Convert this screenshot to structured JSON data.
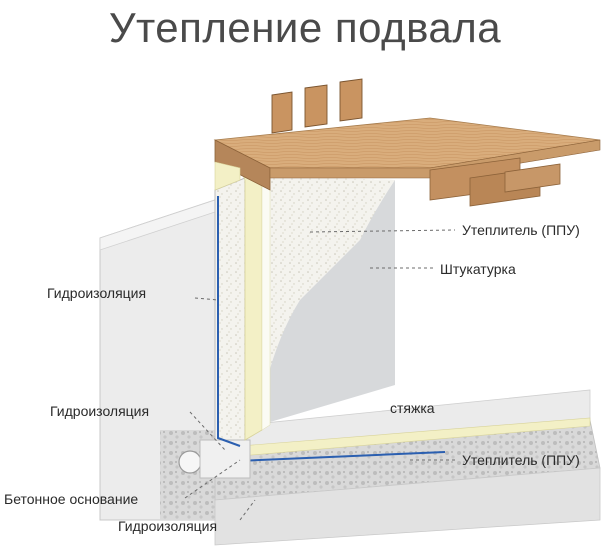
{
  "title": "Утепление подвала",
  "labels": {
    "insulation_top": "Утеплитель (ППУ)",
    "plaster": "Штукатурка",
    "waterproofing_outer": "Гидроизоляция",
    "waterproofing_middle": "Гидроизоляция",
    "screed": "стяжка",
    "insulation_floor": "Утеплитель (ППУ)",
    "concrete_base": "Бетонное основание",
    "waterproofing_bottom": "Гидроизоляция"
  },
  "colors": {
    "wall": "#e6e6e6",
    "insulation": "#f3f0c6",
    "plaster": "#d7d9db",
    "wood": "#c99b6a",
    "waterproofing": "#2b5fb0"
  }
}
